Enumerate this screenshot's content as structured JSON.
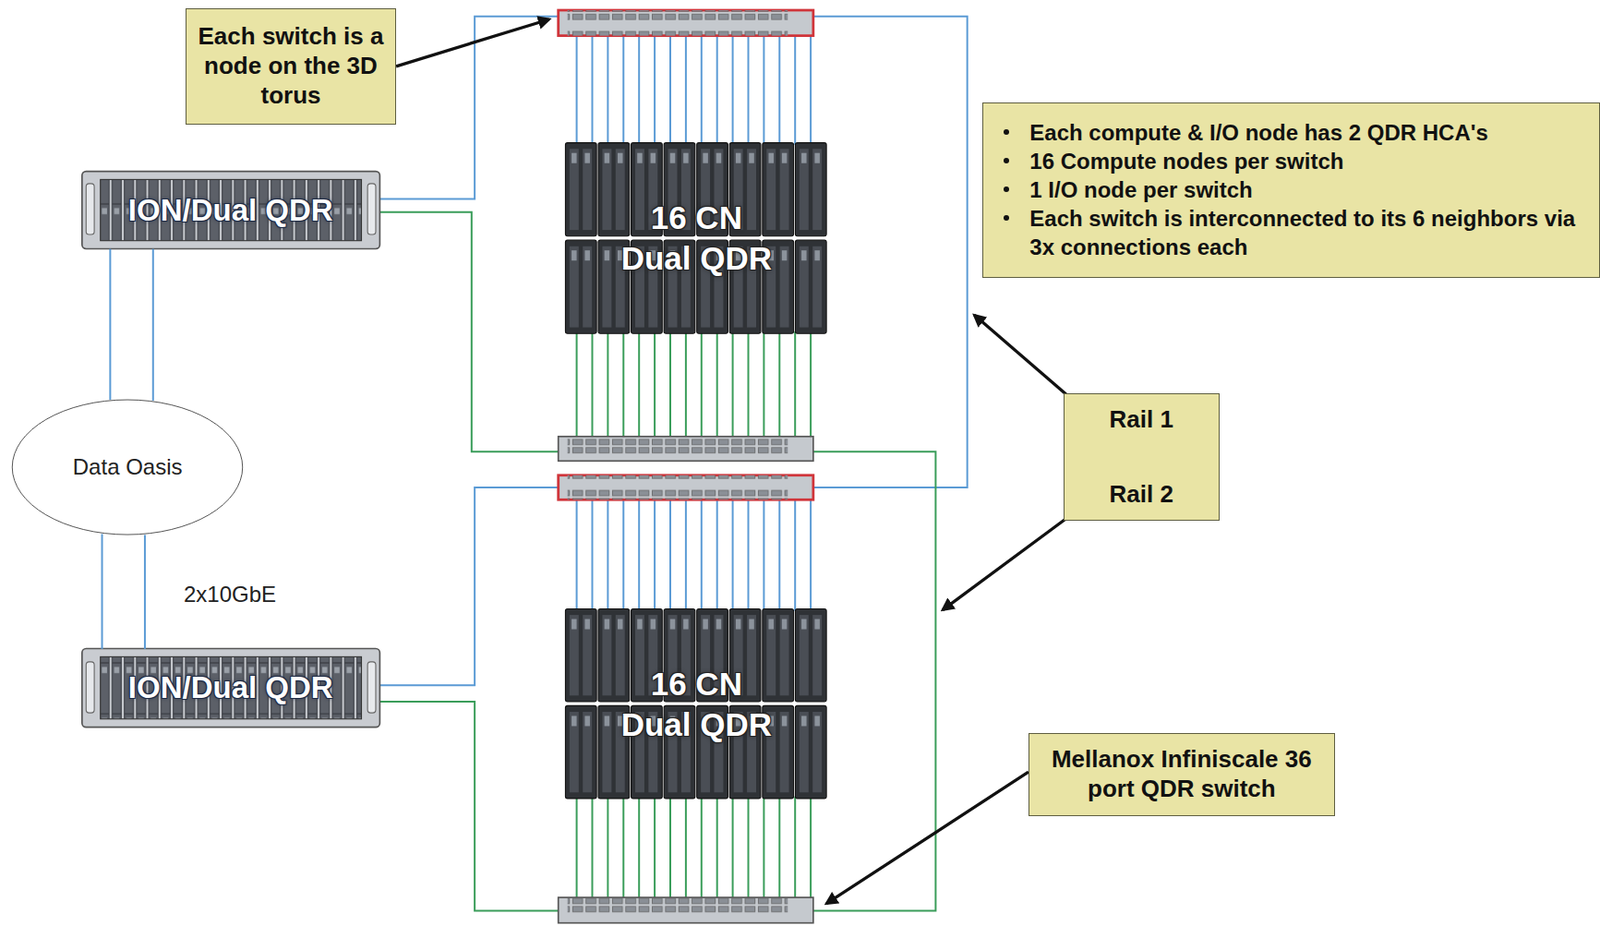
{
  "diagram": {
    "nodes": [
      {
        "text": [
          "Each switch is a node on the 3D torus"
        ]
      },
      {
        "text": [
          "ION/Dual QDR"
        ]
      },
      {
        "text": [
          "16 CN",
          "Dual QDR"
        ]
      },
      {
        "text": [
          "Each compute & I/O node has 2 QDR HCA's",
          "16 Compute nodes per switch",
          "1 I/O node per switch",
          "Each switch is interconnected to its 6 neighbors via 3x connections each"
        ]
      },
      {
        "text": [
          "Data Oasis"
        ]
      },
      {
        "text": [
          "Rail 1",
          "Rail 2"
        ]
      },
      {
        "text": [
          "ION/Dual QDR"
        ]
      },
      {
        "text": [
          "16 CN",
          "Dual QDR"
        ]
      },
      {
        "text": [
          "Mellanox Infiniscale 36 port QDR switch"
        ]
      }
    ],
    "edges": [
      {
        "from": 1,
        "to": 4,
        "arrow": "none"
      },
      {
        "from": 1,
        "to": 4,
        "arrow": "none"
      },
      {
        "from": 6,
        "to": 4,
        "arrow": "none"
      },
      {
        "from": 6,
        "to": 4,
        "arrow": "none"
      }
    ],
    "labels": [
      "2x10GbE"
    ]
  }
}
